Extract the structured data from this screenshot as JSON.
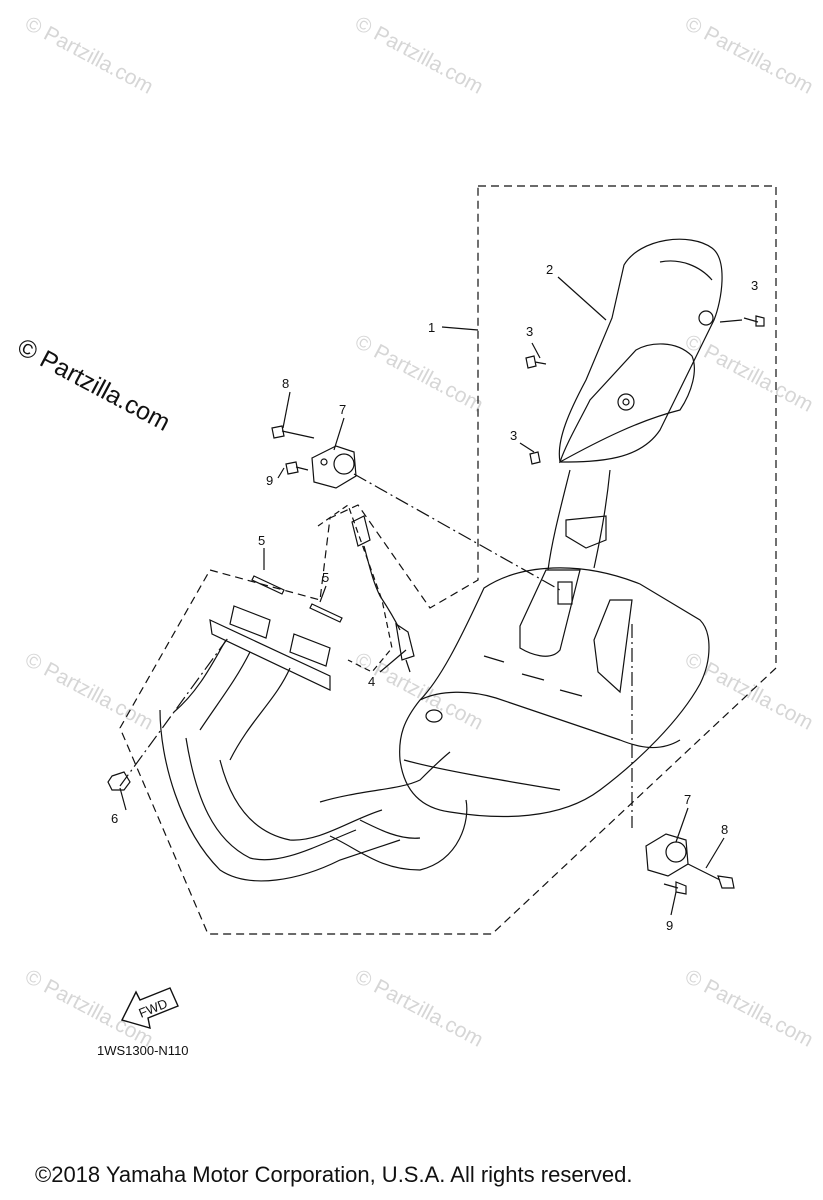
{
  "watermark_text": "© Partzilla.com",
  "watermark_prominent": "© Partzilla.com",
  "drawing_code": "1WS1300-N110",
  "copyright": "©2018  Yamaha Motor Corporation, U.S.A. All rights reserved.",
  "fwd_label": "FWD",
  "callouts": {
    "muffler_assembly": "1",
    "muffler_protector": "2",
    "protector_screw_right": "3",
    "protector_screw_upper": "3",
    "protector_screw_lower": "3",
    "o2_sensor": "4",
    "gasket_left": "5",
    "gasket_right": "5",
    "nut": "6",
    "damper_upper": "7",
    "damper_lower": "7",
    "bolt_upper": "8",
    "bolt_lower": "8",
    "flange_bolt_upper": "9",
    "flange_bolt_lower": "9"
  },
  "colors": {
    "line": "#111111",
    "watermark": "#d6d6d6"
  }
}
